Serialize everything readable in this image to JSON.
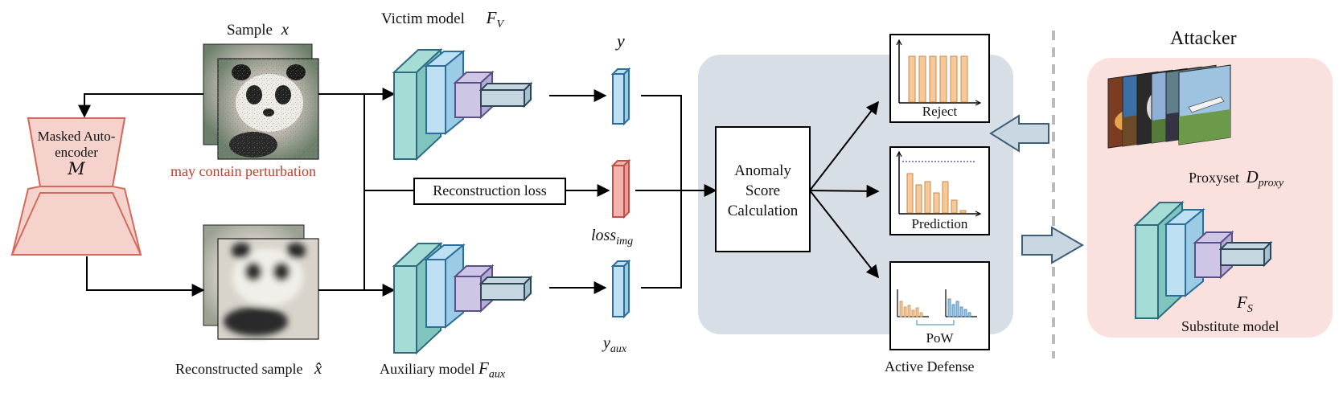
{
  "labels": {
    "sample": "Sample",
    "sample_var": "x",
    "victim_model": "Victim model",
    "victim_var": "F",
    "victim_sub": "V",
    "y_var": "y",
    "mae_line1": "Masked Auto-",
    "mae_line2": "encoder",
    "mae_var": "M",
    "perturbation_note": "may contain perturbation",
    "recon_loss": "Reconstruction loss",
    "loss_var": "loss",
    "loss_sub": "img",
    "reconstructed_sample": "Reconstructed sample",
    "recon_var": "x̂",
    "aux_model": "Auxiliary model",
    "aux_var": "F",
    "aux_sub": "aux",
    "yaux_var": "y",
    "yaux_sub": "aux",
    "anomaly_line1": "Anomaly",
    "anomaly_line2": "Score",
    "anomaly_line3": "Calculation",
    "reject": "Reject",
    "prediction": "Prediction",
    "pow": "PoW",
    "active_defense": "Active Defense",
    "attacker": "Attacker",
    "proxyset": "Proxyset",
    "proxy_var": "D",
    "proxy_sub": "proxy",
    "substitute_var": "F",
    "substitute_sub": "S",
    "substitute_model": "Substitute model"
  },
  "colors": {
    "mae_fill": "#f6d2cd",
    "mae_stroke": "#d26b5c",
    "defense_panel": "#d7dee5",
    "attacker_panel": "#fbe1de",
    "model_teal": "#a6dcd6",
    "model_blue": "#bde0f3",
    "model_purple": "#cfc6e6",
    "model_gray": "#c5d6e1",
    "bar_orange": "#f6c999",
    "bar_blue": "#9dc9e8",
    "loss_red": "#f4b3ac",
    "arrow_fill": "#c9d7e2",
    "arrow_stroke": "#3f5f78"
  },
  "icons": [
    "panda-image",
    "blurred-panda-image",
    "proxy-image-stack"
  ]
}
